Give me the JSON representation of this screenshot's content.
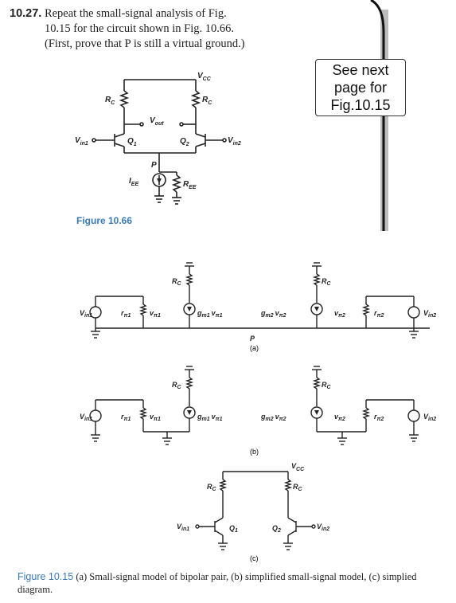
{
  "problem": {
    "number": "10.27.",
    "line1": "Repeat the small-signal analysis of Fig.",
    "line2": "10.15 for the circuit shown in Fig. 10.66.",
    "line3": "(First, prove that P is still a virtual ground.)"
  },
  "note": {
    "line1": "See next",
    "line2": "page for",
    "line3": "Fig.10.15"
  },
  "fig1066": {
    "caption": "Figure 10.66",
    "vcc": "V",
    "vcc_sub": "CC",
    "rc_left": "R",
    "rc_right": "R",
    "rc_sub": "C",
    "vout": "V",
    "vout_sub": "out",
    "vin1": "V",
    "vin1_sub": "in1",
    "vin2": "V",
    "vin2_sub": "in2",
    "q1": "Q",
    "q1_sub": "1",
    "q2": "Q",
    "q2_sub": "2",
    "p": "P",
    "iee": "I",
    "iee_sub": "EE",
    "ree": "R",
    "ree_sub": "EE"
  },
  "panel_a": {
    "label": "(a)",
    "rc": "R",
    "rc_sub": "C",
    "vin1": "V",
    "vin1_sub": "in1",
    "vin2": "V",
    "vin2_sub": "in2",
    "rpi1": "r",
    "rpi1_sub": "π1",
    "vpi1": "v",
    "vpi1_sub": "π1",
    "gm1": "g",
    "gm1_sub": "m1",
    "gm1_v": "v",
    "gm1_v_sub": "π1",
    "gm2": "g",
    "gm2_sub": "m2",
    "gm2_v": "v",
    "gm2_v_sub": "π2",
    "vpi2": "v",
    "vpi2_sub": "π2",
    "rpi2": "r",
    "rpi2_sub": "π2",
    "p": "P"
  },
  "panel_b": {
    "label": "(b)"
  },
  "panel_c": {
    "label": "(c)",
    "vcc": "V",
    "vcc_sub": "CC",
    "rc": "R",
    "rc_sub": "C",
    "vin1": "V",
    "vin1_sub": "in1",
    "vin2": "V",
    "vin2_sub": "in2",
    "q1": "Q",
    "q1_sub": "1",
    "q2": "Q",
    "q2_sub": "2"
  },
  "caption": {
    "label": "Figure 10.15",
    "text": "(a) Small-signal model of bipolar pair, (b) simplified small-signal model, (c) simplied diagram."
  }
}
